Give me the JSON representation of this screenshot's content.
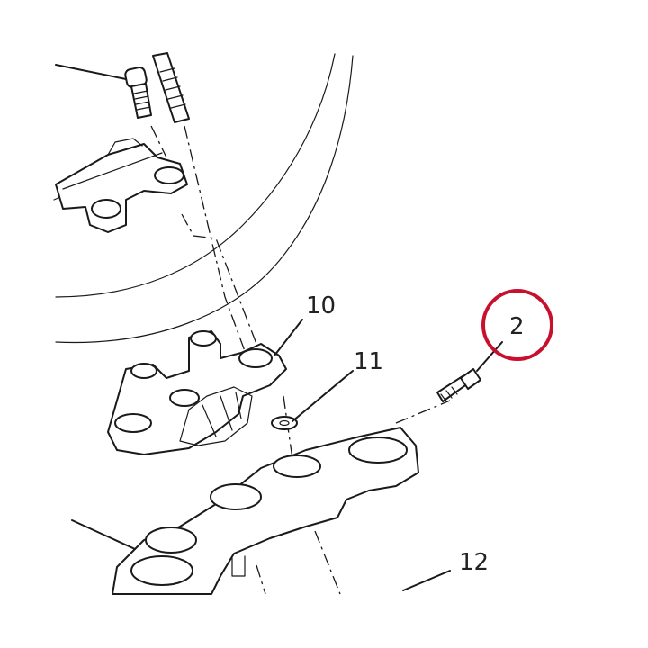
{
  "callouts": [
    {
      "id": "c10",
      "text": "10"
    },
    {
      "id": "c11",
      "text": "11"
    },
    {
      "id": "c2",
      "text": "2"
    },
    {
      "id": "c12",
      "text": "12"
    }
  ],
  "highlight_color": "#c8102e"
}
